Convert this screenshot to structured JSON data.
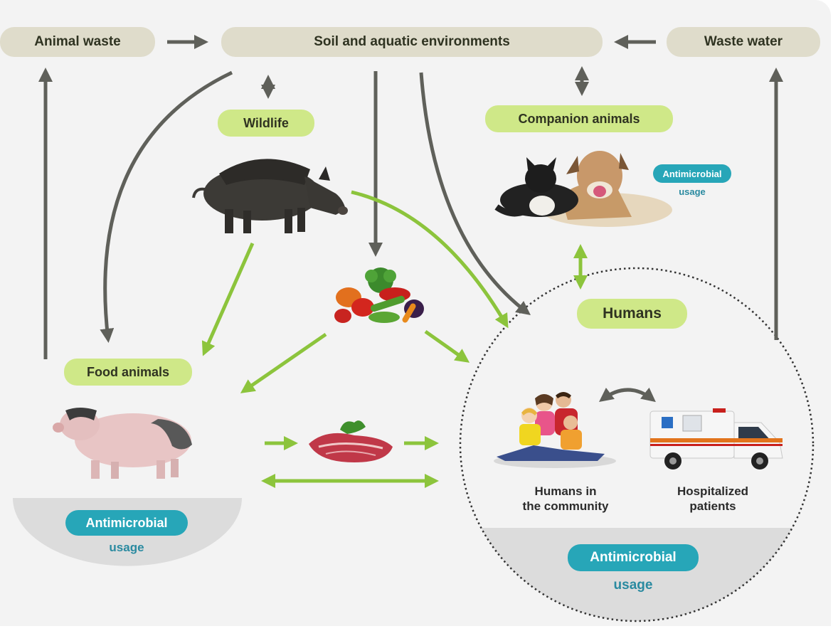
{
  "nodes": {
    "animal_waste": "Animal waste",
    "soil_aquatic": "Soil and aquatic environments",
    "waste_water": "Waste water",
    "wildlife": "Wildlife",
    "companion_animals": "Companion animals",
    "humans": "Humans",
    "food_animals": "Food animals",
    "humans_community": "Humans in\nthe community",
    "hospitalized_patients": "Hospitalized\npatients"
  },
  "badges": {
    "antimicrobial": "Antimicrobial",
    "usage": "usage"
  },
  "colors": {
    "background": "#f3f3f3",
    "beige_node": "#dfdccb",
    "green_node": "#cfe888",
    "gray_arrow": "#5f605a",
    "green_arrow": "#8cc43c",
    "badge_teal": "#27a6b8",
    "usage_text": "#2a8aa0",
    "usage_zone": "#dcdcdc"
  },
  "icons": [
    "boar-icon",
    "cat-dog-icon",
    "vegetables-icon",
    "pig-icon",
    "meat-icon",
    "family-icon",
    "ambulance-icon"
  ]
}
